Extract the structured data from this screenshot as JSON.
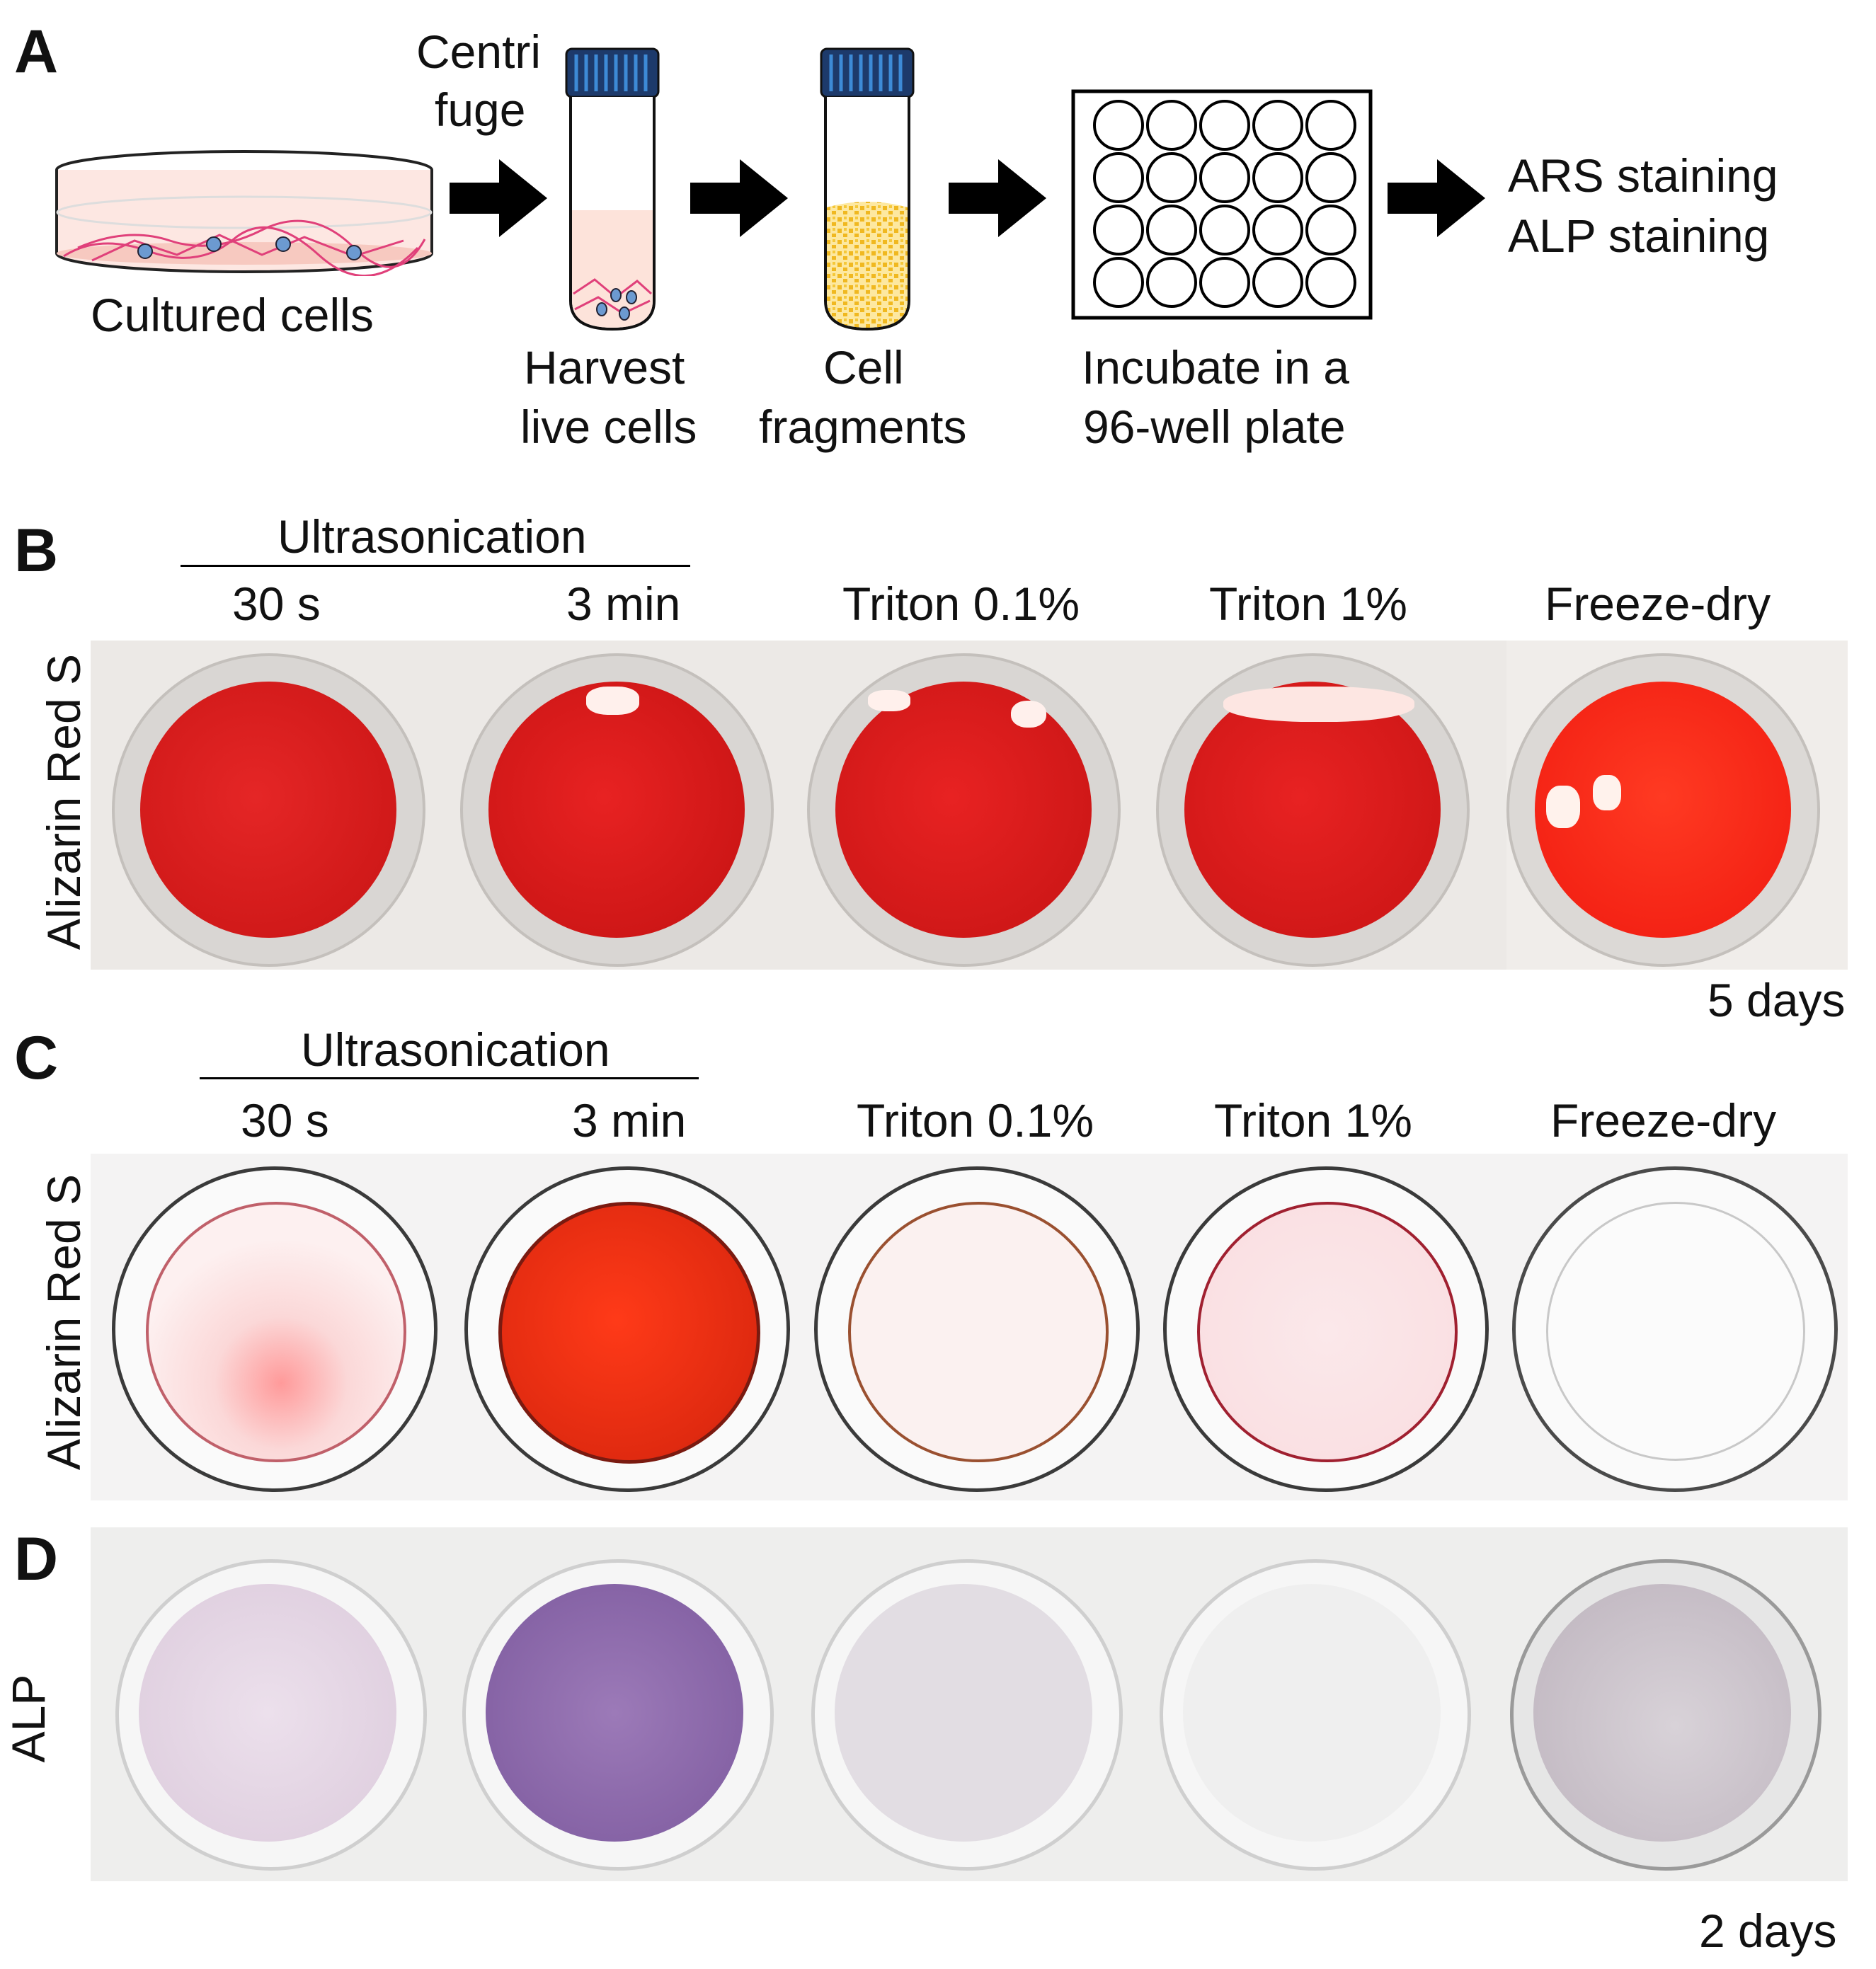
{
  "panels": {
    "a": {
      "letter": "A",
      "steps": {
        "cultured": "Cultured cells",
        "centrifuge_1": "Centri",
        "centrifuge_2": "fuge",
        "harvest_1": "Harvest",
        "harvest_2": "live cells",
        "fragments_1": "Cell",
        "fragments_2": "fragments",
        "incubate_1": "Incubate in a",
        "incubate_2": "96-well plate",
        "stain_1": "ARS staining",
        "stain_2": "ALP staining"
      }
    },
    "b": {
      "letter": "B",
      "group_label": "Ultrasonication",
      "row_label": "Alizarin Red S",
      "time_label": "5 days",
      "columns": [
        "30 s",
        "3 min",
        "Triton 0.1%",
        "Triton 1%",
        "Freeze-dry"
      ]
    },
    "c": {
      "letter": "C",
      "group_label": "Ultrasonication",
      "row_label": "Alizarin Red S",
      "columns": [
        "30 s",
        "3 min",
        "Triton 0.1%",
        "Triton 1%",
        "Freeze-dry"
      ]
    },
    "d": {
      "letter": "D",
      "row_label": "ALP",
      "time_label": "2 days"
    }
  },
  "colors": {
    "ars_strong": "#dd1f1f",
    "ars_bright": "#ff2a1a",
    "alp_purple": "#8a62a8",
    "cap_blue": "#2e7fc4",
    "fragment_yellow": "#f2c230",
    "cell_pink": "#e0407a"
  }
}
